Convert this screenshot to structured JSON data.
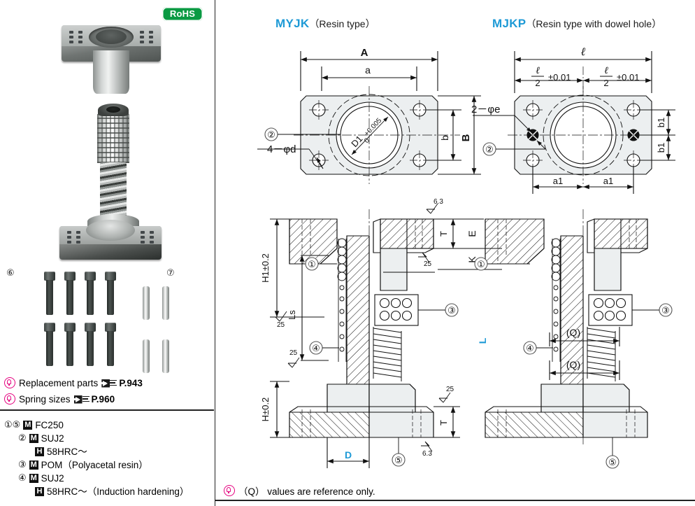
{
  "badge": {
    "rohs": "RoHS"
  },
  "left_panel": {
    "part_callouts": [
      {
        "id": "6",
        "label": "⑥"
      },
      {
        "id": "7",
        "label": "⑦"
      }
    ],
    "notes": [
      {
        "icon": "pink-bulb-icon",
        "text": "Replacement parts",
        "link_icon": "page-arrow-icon",
        "page": "P.943"
      },
      {
        "icon": "pink-bulb-icon",
        "text": "Spring sizes",
        "link_icon": "page-arrow-icon",
        "page": "P.960"
      }
    ],
    "materials": [
      {
        "index": "①⑤",
        "indent": 0,
        "tag": "M",
        "text": "FC250"
      },
      {
        "index": "②",
        "indent": 1,
        "tag": "M",
        "text": "SUJ2"
      },
      {
        "index": "",
        "indent": 2,
        "tag": "H",
        "text": "58HRC～"
      },
      {
        "index": "③",
        "indent": 1,
        "tag": "M",
        "text": "POM（Polyacetal resin）"
      },
      {
        "index": "④",
        "indent": 1,
        "tag": "M",
        "text": "SUJ2"
      },
      {
        "index": "",
        "indent": 2,
        "tag": "H",
        "text": "58HRC～（Induction hardening）"
      }
    ]
  },
  "drawings": {
    "left": {
      "code": "MYJK",
      "subtitle": "（Resin type）",
      "top_view": {
        "dims": [
          "A",
          "a",
          "b",
          "B"
        ],
        "bore_label": "D1",
        "tolerance_upper": "+0.005",
        "tolerance_lower": "0",
        "hole_callout": "4－φd",
        "balloon": "②"
      },
      "section_view": {
        "dims": [
          "H1±0.2",
          "Ls",
          "H±0.2",
          "T",
          "E",
          "K",
          "L",
          "D"
        ],
        "surface_finish": [
          "6.3",
          "25",
          "25",
          "25",
          "25",
          "6.3"
        ],
        "balloons": [
          "①",
          "③",
          "④",
          "⑤"
        ]
      }
    },
    "right": {
      "code": "MJKP",
      "subtitle": "（Resin type with dowel hole）",
      "top_view": {
        "dims": [
          "ℓ",
          "b1",
          "b1",
          "a1",
          "a1"
        ],
        "half_dim_numerator": "ℓ",
        "half_dim_denominator": "2",
        "half_dim_tolerance": "±0.01",
        "hole_callout": "2－φe",
        "balloon": "②"
      },
      "section_view": {
        "reference_dims": [
          "(Q)",
          "(Q)"
        ],
        "balloons": [
          "①",
          "③",
          "④",
          "⑤"
        ]
      }
    }
  },
  "footer": {
    "icon": "pink-bulb-icon",
    "note": "（Q）  values are reference only."
  },
  "colors": {
    "accent_blue": "#1e9ad6",
    "accent_pink": "#e5007f",
    "rohs_green": "#0a9a43",
    "line": "#222222"
  }
}
